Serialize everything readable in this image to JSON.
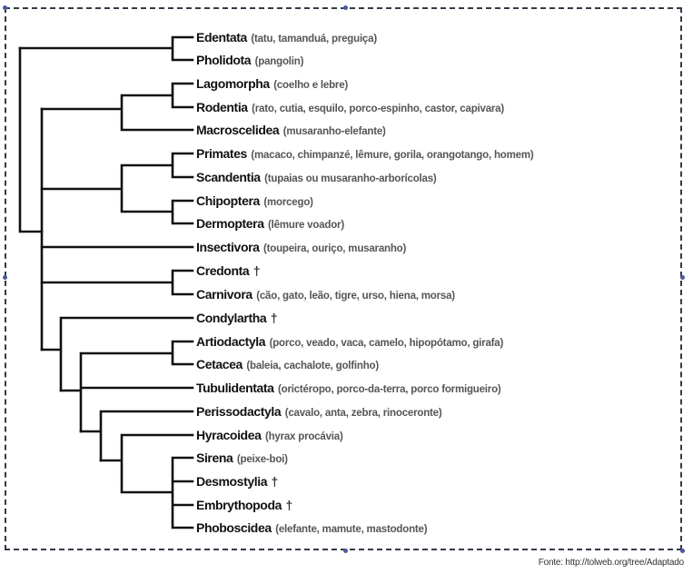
{
  "leaves": [
    {
      "name": "Edentata",
      "detail": "(tatu, tamanduá, preguiça)",
      "extinct": ""
    },
    {
      "name": "Pholidota",
      "detail": "(pangolin)",
      "extinct": ""
    },
    {
      "name": "Lagomorpha",
      "detail": "(coelho e lebre)",
      "extinct": ""
    },
    {
      "name": "Rodentia",
      "detail": "(rato, cutia, esquilo, porco-espinho, castor, capivara)",
      "extinct": ""
    },
    {
      "name": "Macroscelidea",
      "detail": "(musaranho-elefante)",
      "extinct": ""
    },
    {
      "name": "Primates",
      "detail": "(macaco, chimpanzé, lêmure, gorila, orangotango, homem)",
      "extinct": ""
    },
    {
      "name": "Scandentia",
      "detail": "(tupaias ou musaranho-arborícolas)",
      "extinct": ""
    },
    {
      "name": "Chipoptera",
      "detail": "(morcego)",
      "extinct": ""
    },
    {
      "name": "Dermoptera",
      "detail": "(lêmure voador)",
      "extinct": ""
    },
    {
      "name": "Insectivora",
      "detail": "(toupeira, ouriço, musaranho)",
      "extinct": ""
    },
    {
      "name": "Credonta",
      "detail": "",
      "extinct": "†"
    },
    {
      "name": "Carnivora",
      "detail": "(cão, gato, leão, tigre, urso, hiena, morsa)",
      "extinct": ""
    },
    {
      "name": "Condylartha",
      "detail": "",
      "extinct": "†"
    },
    {
      "name": "Artiodactyla",
      "detail": "(porco, veado, vaca, camelo, hipopótamo, girafa)",
      "extinct": ""
    },
    {
      "name": "Cetacea",
      "detail": "(baleia, cachalote, golfinho)",
      "extinct": ""
    },
    {
      "name": "Tubulidentata",
      "detail": "(orictéropo, porco-da-terra, porco formigueiro)",
      "extinct": ""
    },
    {
      "name": "Perissodactyla",
      "detail": "(cavalo, anta, zebra, rinoceronte)",
      "extinct": ""
    },
    {
      "name": "Hyracoidea",
      "detail": "(hyrax procávia)",
      "extinct": ""
    },
    {
      "name": "Sirena",
      "detail": "(peixe-boi)",
      "extinct": ""
    },
    {
      "name": "Desmostylia",
      "detail": "",
      "extinct": "†"
    },
    {
      "name": "Embrythopoda",
      "detail": "",
      "extinct": "†"
    },
    {
      "name": "Phoboscidea",
      "detail": "(elefante, mamute, mastodonte)",
      "extinct": ""
    }
  ],
  "source": "Fonte: http://tolweb.org/tree/Adaptado"
}
